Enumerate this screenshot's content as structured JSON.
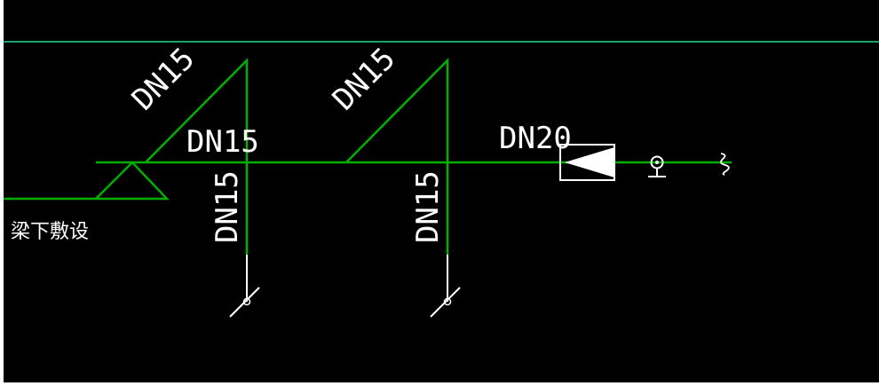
{
  "labels": {
    "dn15_diag_left": "DN15",
    "dn15_horizontal": "DN15",
    "dn15_vertical_left": "DN15",
    "dn15_diag_right": "DN15",
    "dn15_vertical_right": "DN15",
    "dn20": "DN20",
    "beam_note": "梁下敷设"
  },
  "colors": {
    "background": "#000000",
    "pipe": "#00b000",
    "text": "#ffffff",
    "symbol": "#ffffff",
    "top_line": "#1ea06a"
  },
  "icons": {
    "valve": "check-valve-icon",
    "faucet_left": "faucet-icon",
    "faucet_right": "faucet-icon",
    "water_meter": "water-meter-icon",
    "break_mark": "pipe-break-icon"
  }
}
